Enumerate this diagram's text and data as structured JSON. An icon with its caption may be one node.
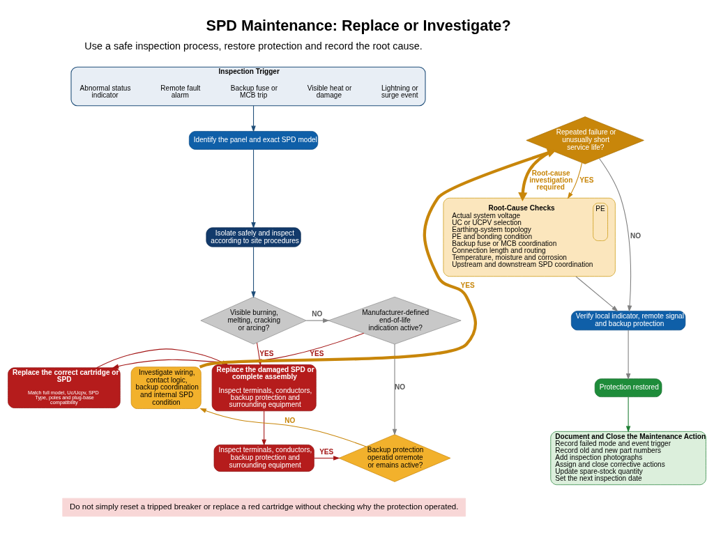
{
  "diagram": {
    "title": "SPD Maintenance: Replace or Investigate?",
    "nodes": [
      {
        "text": [
          "Inspection Trigger"
        ]
      },
      {
        "text": [
          "Abnormal status indicator"
        ],
        "in": 0
      },
      {
        "text": [
          "Remote fault alarm"
        ],
        "in": 0
      },
      {
        "text": [
          "Backup fuse or MCB trip"
        ],
        "in": 0
      },
      {
        "text": [
          "Visible heat or damage"
        ],
        "in": 0
      },
      {
        "text": [
          "Lightning or surge event"
        ],
        "in": 0
      },
      {
        "text": [
          "Identify the panel and exact SPD model"
        ]
      },
      {
        "text": [
          "Isolate safely and inspect according to site procedures"
        ]
      },
      {
        "text": [
          "Visible burning, melting, cracking or arcing?"
        ]
      },
      {
        "text": [
          "Manufacturer-defined end-of-life indication active?"
        ]
      },
      {
        "text": [
          "Replace the damaged SPD or complete assembly",
          "Inspect terminals, conductors, backup protection and surrounding equipment"
        ]
      },
      {
        "text": [
          "Replace the correct cartridge or SPD",
          "Match full model, Uc/Ucpv, SPD Type, poles and plug-base compatibility"
        ]
      },
      {
        "text": [
          "Inspect terminals, conductors, backup protection and surrounding equipment"
        ]
      },
      {
        "text": [
          "Backup protection operatid orremote or emains active?"
        ]
      },
      {
        "text": [
          "Investigate wiring, contact logic, backup coordination and internal SPD condition"
        ]
      },
      {
        "text": [
          "Repeated failure or unusually short service life?"
        ]
      },
      {
        "text": [
          "Root-Cause Checks",
          "Actual system voltage",
          "UC or UCPV selection",
          "Earthing-system topology",
          "PE and bonding condition",
          "Backup fuse or MCB coordination",
          "Connection length and routing",
          "Temperature, moisture and corrosion",
          "Upstream and downstream SPD coordination",
          "PE"
        ]
      },
      {
        "text": [
          "Verify local indicator, remote signal and backup protection"
        ]
      },
      {
        "text": [
          "Protection restored"
        ]
      },
      {
        "text": [
          "Document and Close the Maintenance Action",
          "Record failed mode and event trigger",
          "Record old and new part numbers",
          "Add inspection photographs",
          "Assign and close corrective actions",
          "Update spare-stock quantity",
          "Set the next inspection date"
        ]
      }
    ],
    "edges": [
      {
        "from": 0,
        "to": 6,
        "arrow": "to",
        "color": "#1f4e79"
      },
      {
        "from": 6,
        "to": 7,
        "arrow": "to",
        "color": "#1f4e79"
      },
      {
        "from": 7,
        "to": 8,
        "arrow": "to",
        "color": "#1f4e79"
      },
      {
        "from": 8,
        "to": 9,
        "arrow": "to",
        "label": "NO"
      },
      {
        "from": 8,
        "to": 10,
        "arrow": "to",
        "label": "YES",
        "color": "#a31515"
      },
      {
        "from": 9,
        "to": 11,
        "arrow": "to",
        "label": "YES",
        "color": "#a31515"
      },
      {
        "from": 9,
        "to": 13,
        "arrow": "to",
        "label": "NO"
      },
      {
        "from": 11,
        "to": 10,
        "arrow": "to",
        "color": "#a31515"
      },
      {
        "from": 10,
        "to": 12,
        "arrow": "to",
        "color": "#a31515"
      },
      {
        "from": 12,
        "to": 13,
        "arrow": "to",
        "label": "YES",
        "color": "#a31515"
      },
      {
        "from": 13,
        "to": 14,
        "arrow": "to",
        "label": "NO",
        "color": "#c8860a"
      },
      {
        "from": 14,
        "to": 15,
        "arrow": "to",
        "label": "YES",
        "style": "thick",
        "color": "#c8860a"
      },
      {
        "from": 15,
        "to": 16,
        "arrow": "to",
        "label": "Root-cause investigation required",
        "style": "thick",
        "color": "#c8860a"
      },
      {
        "from": 15,
        "to": 16,
        "arrow": "to",
        "label": "YES",
        "color": "#c8860a"
      },
      {
        "from": 15,
        "to": 17,
        "arrow": "to",
        "label": "NO"
      },
      {
        "from": 16,
        "to": 17,
        "arrow": "to"
      },
      {
        "from": 17,
        "to": 18,
        "arrow": "to"
      },
      {
        "from": 18,
        "to": 19,
        "arrow": "to",
        "color": "#1e7e34"
      }
    ],
    "labels": [
      "Use a safe inspection process, restore protection and record the root cause.",
      "Do not simply reset a tripped breaker or replace a red cartridge without checking why the protection operated."
    ]
  }
}
